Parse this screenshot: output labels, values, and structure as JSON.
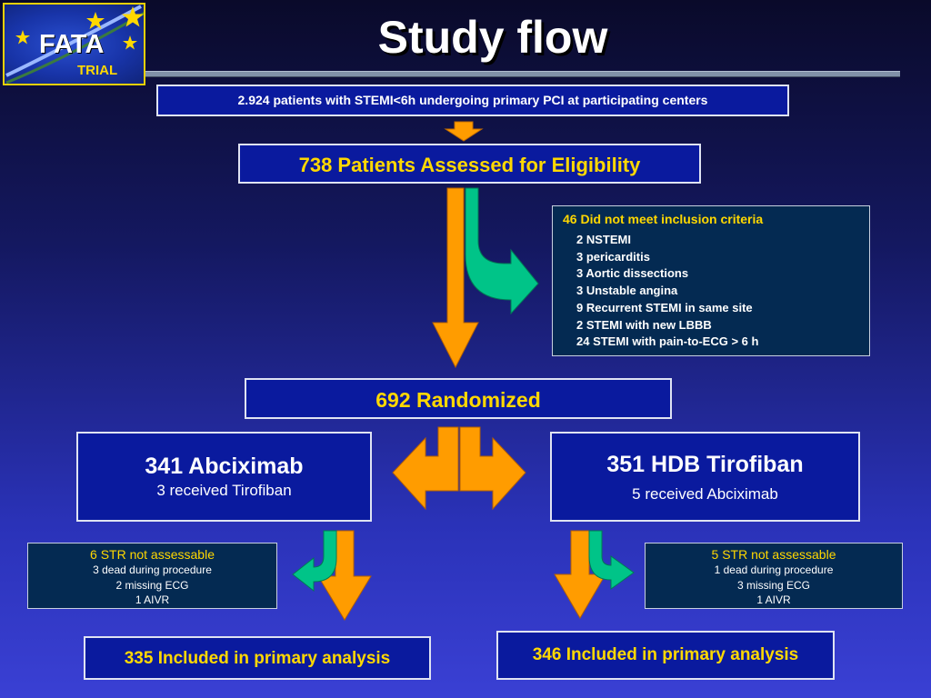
{
  "logo": {
    "name": "FATA",
    "sub": "TRIAL"
  },
  "title": "Study flow",
  "top_box": "2.924 patients with STEMI<6h undergoing primary PCI at participating centers",
  "eligibility": "738 Patients Assessed for Eligibility",
  "excluded": {
    "heading": "46 Did not meet inclusion criteria",
    "items": [
      "2 NSTEMI",
      "3 pericarditis",
      "3 Aortic dissections",
      "3 Unstable angina",
      "9 Recurrent STEMI in same site",
      "2 STEMI with new LBBB",
      "24 STEMI with pain-to-ECG > 6 h"
    ]
  },
  "randomized": "692 Randomized",
  "arm_left": {
    "title": "341 Abciximab",
    "sub": "3 received Tirofiban"
  },
  "arm_right": {
    "title": "351 HDB Tirofiban",
    "sub": "5 received Abciximab"
  },
  "str_left": {
    "heading": "6 STR not assessable",
    "lines": [
      "3 dead during procedure",
      "2 missing ECG",
      "1 AIVR"
    ]
  },
  "str_right": {
    "heading": "5 STR not assessable",
    "lines": [
      "1 dead during procedure",
      "3 missing ECG",
      "1 AIVR"
    ]
  },
  "included_left": "335 Included in primary analysis",
  "included_right": "346 Included in primary analysis",
  "colors": {
    "orange": "#ff9c00",
    "green": "#00c488",
    "box_blue": "#0a1a9e",
    "box_dark": "#042a52",
    "yellow": "#ffd800"
  }
}
